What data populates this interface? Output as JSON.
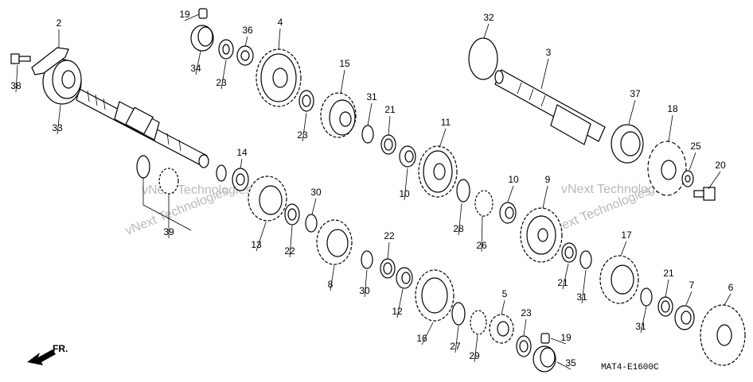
{
  "diagram": {
    "code": "MAT4-E1600C",
    "direction_label": "FR.",
    "watermark_text": "vNext Technologies",
    "parts": [
      {
        "ref": "2"
      },
      {
        "ref": "38"
      },
      {
        "ref": "33"
      },
      {
        "ref": "19"
      },
      {
        "ref": "34"
      },
      {
        "ref": "23"
      },
      {
        "ref": "36"
      },
      {
        "ref": "4"
      },
      {
        "ref": "15"
      },
      {
        "ref": "23"
      },
      {
        "ref": "31"
      },
      {
        "ref": "21"
      },
      {
        "ref": "10"
      },
      {
        "ref": "11"
      },
      {
        "ref": "32"
      },
      {
        "ref": "3"
      },
      {
        "ref": "37"
      },
      {
        "ref": "18"
      },
      {
        "ref": "25"
      },
      {
        "ref": "20"
      },
      {
        "ref": "14"
      },
      {
        "ref": "39"
      },
      {
        "ref": "13"
      },
      {
        "ref": "30"
      },
      {
        "ref": "22"
      },
      {
        "ref": "8"
      },
      {
        "ref": "30"
      },
      {
        "ref": "22"
      },
      {
        "ref": "12"
      },
      {
        "ref": "16"
      },
      {
        "ref": "28"
      },
      {
        "ref": "26"
      },
      {
        "ref": "10"
      },
      {
        "ref": "9"
      },
      {
        "ref": "17"
      },
      {
        "ref": "21"
      },
      {
        "ref": "31"
      },
      {
        "ref": "27"
      },
      {
        "ref": "29"
      },
      {
        "ref": "5"
      },
      {
        "ref": "23"
      },
      {
        "ref": "19"
      },
      {
        "ref": "35"
      },
      {
        "ref": "31"
      },
      {
        "ref": "21"
      },
      {
        "ref": "7"
      },
      {
        "ref": "6"
      }
    ]
  }
}
